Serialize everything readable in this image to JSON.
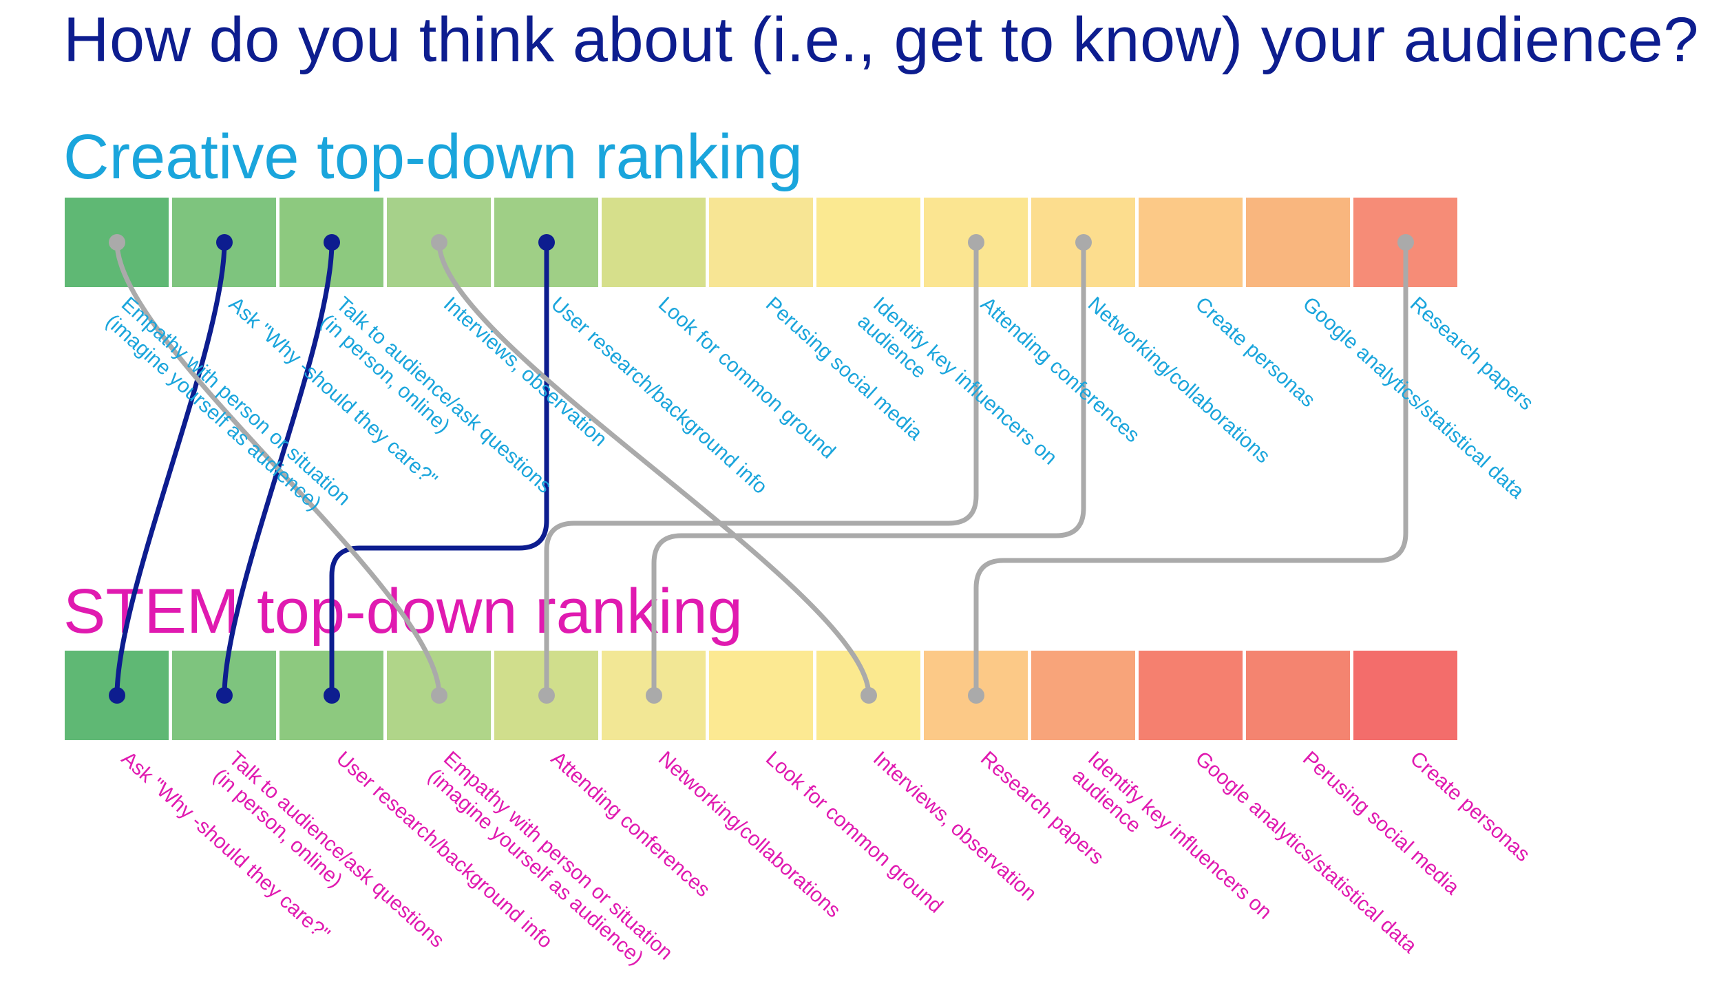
{
  "title": "How do you think about (i.e., get to know) your audience?",
  "creative": {
    "heading": "Creative top-down ranking",
    "items": [
      "Empathy with person or situation\n(imagine yourself as audience)",
      "Ask \"Why -should they care?\"",
      "Talk to audience/ask questions\n(in person, online)",
      "Interviews, observation",
      "User research/background info",
      "Look for common ground",
      "Perusing social media",
      "Identify key influencers on\naudience",
      "Attending conferences",
      "Networking/collaborations",
      "Create personas",
      "Google analytics/statistical data",
      "Research papers"
    ],
    "colors": [
      "#5fb874",
      "#7ec47e",
      "#8dc97f",
      "#a6d18a",
      "#9fcf86",
      "#d6df8b",
      "#f7e594",
      "#fbe991",
      "#fbe591",
      "#fcdd8e",
      "#fcc987",
      "#f9b67e",
      "#f68c77"
    ]
  },
  "stem": {
    "heading": "STEM top-down ranking",
    "items": [
      "Ask \"Why -should they care?\"",
      "Talk to audience/ask questions\n(in person, online)",
      "User research/background info",
      "Empathy with person or situation\n(imagine yourself as audience)",
      "Attending conferences",
      "Networking/collaborations",
      "Look for common ground",
      "Interviews, observation",
      "Research papers",
      "Identify key influencers on\naudience",
      "Google analytics/statistical data",
      "Perusing social media",
      "Create personas"
    ],
    "colors": [
      "#5fb874",
      "#7ec47e",
      "#8dc97f",
      "#b0d589",
      "#d0de8c",
      "#f2e795",
      "#fce992",
      "#fbe98f",
      "#fcc987",
      "#f8a47a",
      "#f5806f",
      "#f48470",
      "#f36d6b"
    ]
  },
  "links": [
    {
      "from": 1,
      "to": 0,
      "color": "#0d1d8f"
    },
    {
      "from": 2,
      "to": 1,
      "color": "#0d1d8f"
    },
    {
      "from": 4,
      "to": 2,
      "color": "#0d1d8f"
    },
    {
      "from": 0,
      "to": 3,
      "color": "#aaaaaa"
    },
    {
      "from": 8,
      "to": 4,
      "color": "#aaaaaa"
    },
    {
      "from": 9,
      "to": 5,
      "color": "#aaaaaa"
    },
    {
      "from": 3,
      "to": 7,
      "color": "#aaaaaa"
    },
    {
      "from": 12,
      "to": 8,
      "color": "#aaaaaa"
    }
  ]
}
